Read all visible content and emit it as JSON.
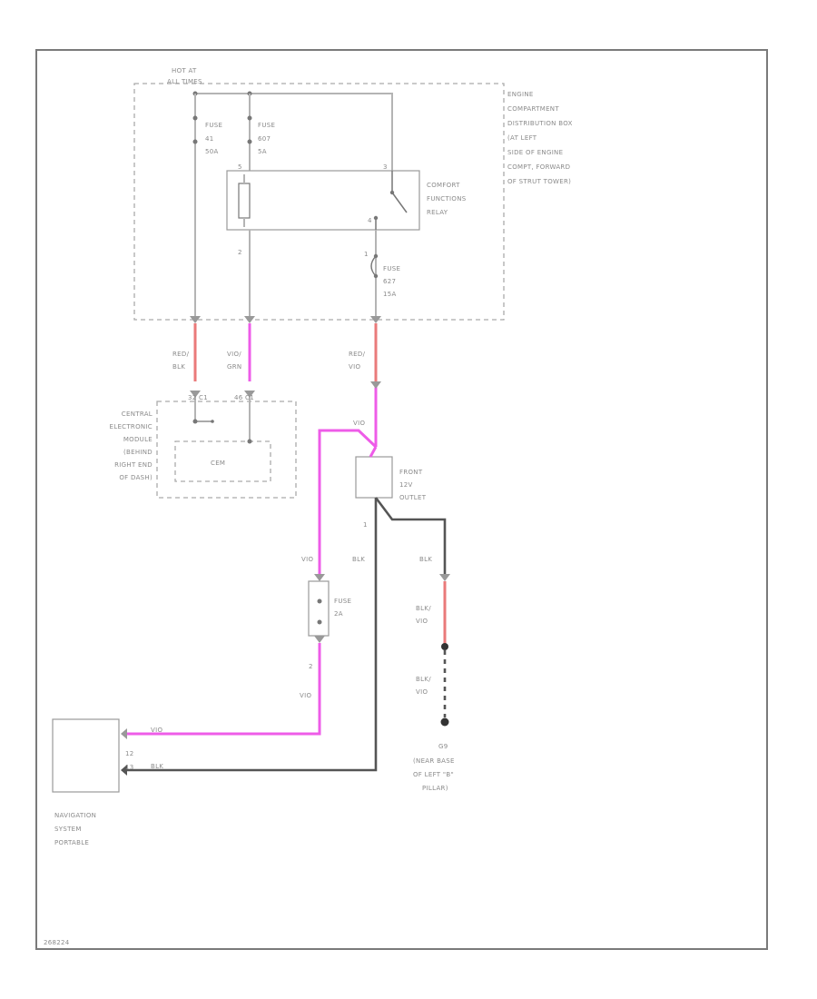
{
  "hot_at": [
    "HOT AT",
    "ALL TIMES"
  ],
  "fuses": {
    "f1": [
      "FUSE",
      "41",
      "50A"
    ],
    "f2": [
      "FUSE",
      "607",
      "5A"
    ],
    "f3": [
      "FUSE",
      "627",
      "15A"
    ],
    "f4": [
      "FUSE",
      "2A"
    ]
  },
  "engine_box": [
    "ENGINE",
    "COMPARTMENT",
    "DISTRIBUTION BOX",
    "(AT LEFT",
    "SIDE OF ENGINE",
    "COMPT, FORWARD",
    "OF STRUT TOWER)"
  ],
  "relay": [
    "COMFORT",
    "FUNCTIONS",
    "RELAY"
  ],
  "pins": {
    "relay_left_top": "5",
    "relay_right_top": "3",
    "relay_left_bottom": "2",
    "relay_right_bottom": "4",
    "fuse3_top": "1",
    "outlet_bottom": "1",
    "fuse4_bottom": "2",
    "nav_pin1": "12",
    "nav_pin2": "13"
  },
  "wires": {
    "w1": [
      "RED/",
      "BLK"
    ],
    "w2": [
      "VIO/",
      "GRN"
    ],
    "w3": [
      "RED/",
      "VIO"
    ],
    "outlet_vio": "VIO",
    "vio_left": "VIO",
    "blk_mid": "BLK",
    "blk_right": "BLK",
    "blkvio_1": [
      "BLK/",
      "VIO"
    ],
    "blkvio_2": [
      "BLK/",
      "VIO"
    ],
    "vio_lower": "VIO",
    "nav_vio": "VIO",
    "nav_blk": "BLK"
  },
  "cem_connectors": [
    "32 C1",
    "46 C1"
  ],
  "cem_location": [
    "CENTRAL",
    "ELECTRONIC",
    "MODULE",
    "(BEHIND",
    "RIGHT END",
    "OF DASH)"
  ],
  "cem_label": "CEM",
  "outlet": [
    "FRONT",
    "12V",
    "OUTLET"
  ],
  "ground": [
    "G9",
    "(NEAR BASE",
    "OF LEFT \"B\"",
    "PILLAR)"
  ],
  "nav": [
    "NAVIGATION",
    "SYSTEM",
    "PORTABLE"
  ],
  "figure_id": "268224",
  "colors": {
    "pink_wire": "#ee5ce8",
    "red_wire": "#ea7a7a",
    "dark_wire": "#555555",
    "gray_wire": "#b4b4b4"
  }
}
